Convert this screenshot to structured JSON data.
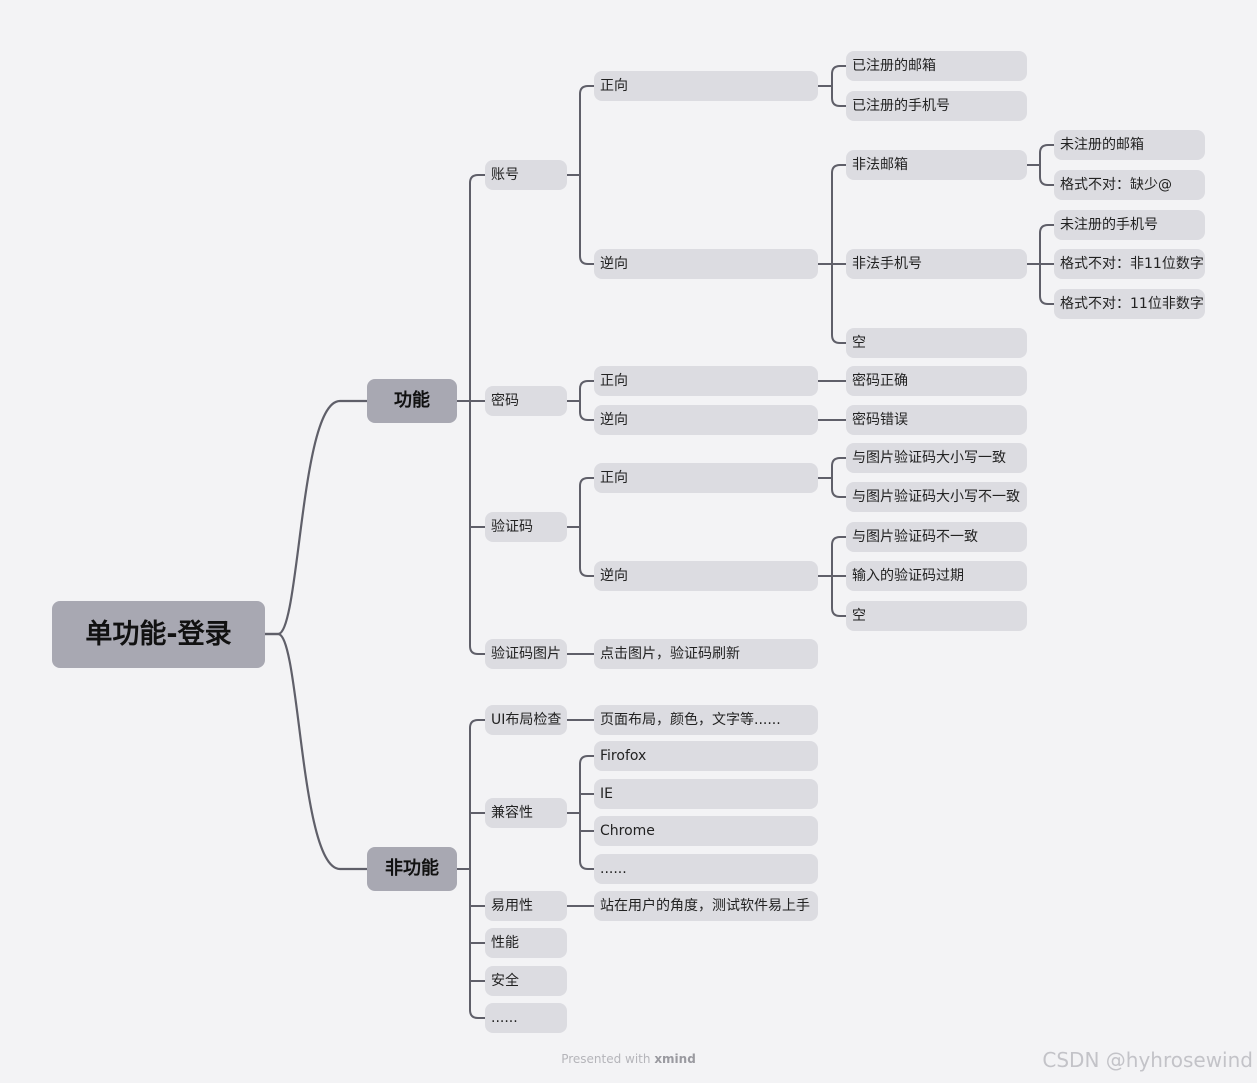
{
  "root": "单功能-登录",
  "branches": {
    "functional": "功能",
    "nonfunctional": "非功能"
  },
  "account": {
    "label": "账号",
    "positive": "正向",
    "negative": "逆向",
    "pos_items": [
      "已注册的邮箱",
      "已注册的手机号"
    ],
    "neg_email": "非法邮箱",
    "neg_email_items": [
      "未注册的邮箱",
      "格式不对：缺少@"
    ],
    "neg_phone": "非法手机号",
    "neg_phone_items": [
      "未注册的手机号",
      "格式不对：非11位数字",
      "格式不对：11位非数字"
    ],
    "neg_empty": "空"
  },
  "password": {
    "label": "密码",
    "positive": "正向",
    "negative": "逆向",
    "pos_item": "密码正确",
    "neg_item": "密码错误"
  },
  "captcha": {
    "label": "验证码",
    "positive": "正向",
    "negative": "逆向",
    "pos_items": [
      "与图片验证码大小写一致",
      "与图片验证码大小写不一致"
    ],
    "neg_items": [
      "与图片验证码不一致",
      "输入的验证码过期",
      "空"
    ]
  },
  "captcha_image": {
    "label": "验证码图片",
    "item": "点击图片，验证码刷新"
  },
  "ui_check": {
    "label": "UI布局检查",
    "item": "页面布局，颜色，文字等......"
  },
  "compatibility": {
    "label": "兼容性",
    "items": [
      "Firofox",
      "IE",
      "Chrome",
      "......"
    ]
  },
  "usability": {
    "label": "易用性",
    "item": "站在用户的角度，测试软件易上手"
  },
  "performance": "性能",
  "security": "安全",
  "more": "......",
  "footer": {
    "prefix": "Presented with",
    "brand": "xmind"
  },
  "watermark": "CSDN @hyhrosewind",
  "colors": {
    "background": "#f3f3f5",
    "node": "#dcdce1",
    "branch": "#a8a8b2",
    "line": "#5f5f69"
  }
}
